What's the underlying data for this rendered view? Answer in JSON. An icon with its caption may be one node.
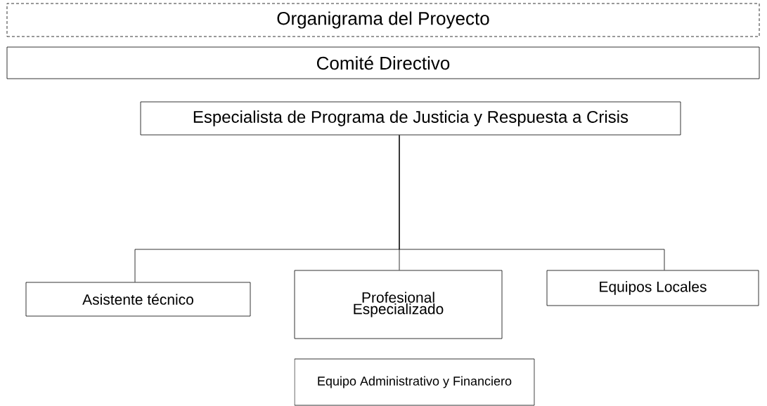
{
  "diagram": {
    "nodes": [
      {
        "text": [
          "Organigrama del Proyecto"
        ]
      },
      {
        "text": [
          "Comité Directivo"
        ]
      },
      {
        "text": [
          "Especialista de Programa de Justicia y Respuesta a Crisis"
        ]
      },
      {
        "text": [
          "Asistente técnico"
        ]
      },
      {
        "text": [
          "Profesional Especializado"
        ]
      },
      {
        "text": [
          "Equipos Locales"
        ]
      },
      {
        "text": [
          "Equipo Administrativo y Financiero"
        ]
      }
    ],
    "edges": [
      {
        "from": 2,
        "to": 3,
        "arrow": "none"
      },
      {
        "from": 2,
        "to": 4,
        "arrow": "none"
      },
      {
        "from": 2,
        "to": 5,
        "arrow": "none"
      }
    ]
  }
}
